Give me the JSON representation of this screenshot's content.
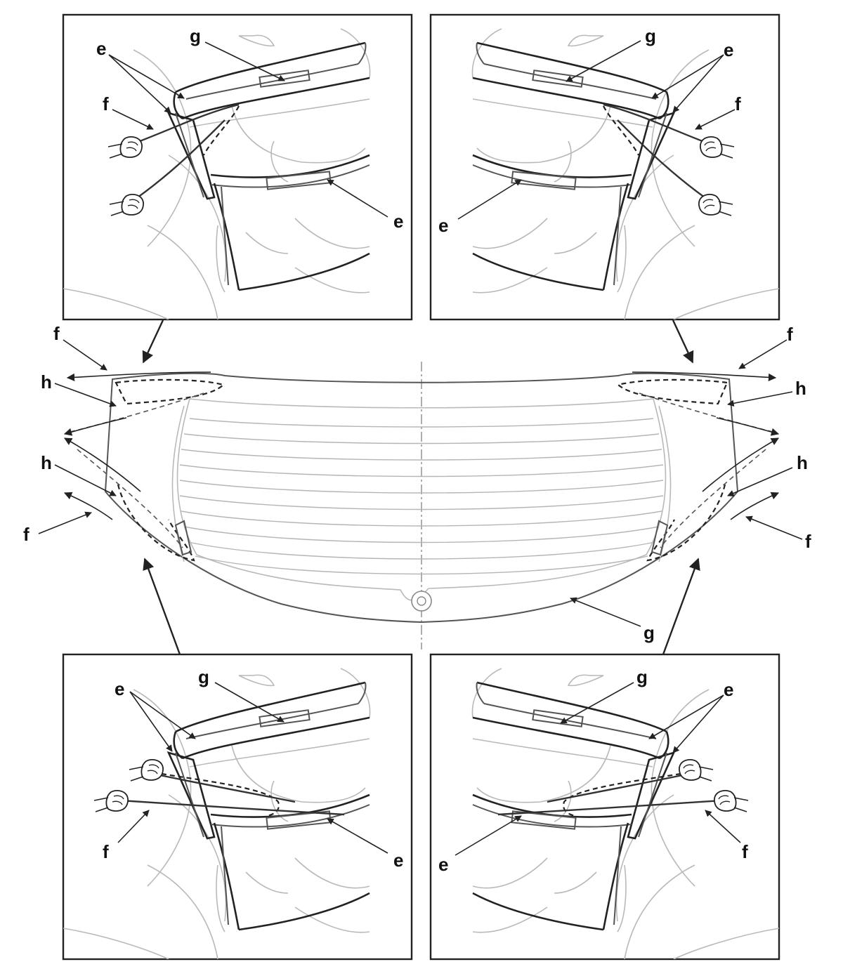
{
  "callouts": {
    "e": "e",
    "f": "f",
    "g": "g",
    "h": "h"
  },
  "icons": {
    "hand": "hand-icon",
    "arrow": "arrow-icon"
  }
}
